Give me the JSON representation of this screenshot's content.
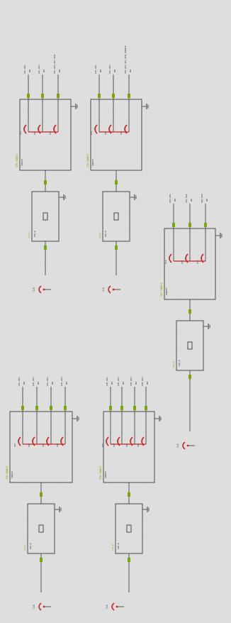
{
  "colors": {
    "wire": "#555555",
    "box": "#4a4a4a",
    "component": "#cc2222",
    "label": "#7fa600",
    "text": "#333333"
  },
  "blocks": [
    {
      "id": "TR",
      "clock_labels": [
        "CLK_P",
        "CLK_N"
      ],
      "ref": "CP0",
      "nets": [
        "CP1",
        "CP2",
        "CP3"
      ],
      "net_labels": [
        "CP1_D01",
        "CP1_D02",
        "CP1_D03_GP2_DCN"
      ]
    },
    {
      "id": "MR",
      "clock_labels": [
        "CLK_P",
        "CLK_N"
      ],
      "ref": "CP0",
      "nets": [
        "CP1",
        "CP2",
        "CP3"
      ],
      "net_labels": [
        "CP2_D01",
        "CP2_D02",
        "CP2_D03_GP2_DCN_SOURCE"
      ]
    },
    {
      "id": "R3",
      "clock_labels": [
        "CLK_P",
        "CLK_N"
      ],
      "ref": "CP0",
      "nets": [
        "CP1",
        "CP2",
        "CP3"
      ],
      "net_labels": [
        "CP3_D01",
        "CP3_D02",
        "CP3_D03"
      ]
    },
    {
      "id": "BL",
      "clock_labels": [
        "CLK_P",
        "CLK_N"
      ],
      "ref": "CP0",
      "nets": [
        "CP1",
        "CP2",
        "CP3",
        "CP4"
      ],
      "net_labels": [
        "CP4_D01",
        "CP4_D02",
        "CP4_D03",
        "CP4_D04"
      ]
    },
    {
      "id": "BM",
      "clock_labels": [
        "CLK_P",
        "CLK_N"
      ],
      "ref": "CP0",
      "nets": [
        "CP1",
        "CP2",
        "CP3",
        "CP4"
      ],
      "net_labels": [
        "CP5_D01",
        "CP5_D02",
        "CP5_D03",
        "CP5_D04"
      ]
    }
  ],
  "sources": [
    {
      "label": "CLK"
    },
    {
      "label": "CLK"
    },
    {
      "label": "CLK"
    },
    {
      "label": "CLK"
    },
    {
      "label": "CLK"
    }
  ]
}
